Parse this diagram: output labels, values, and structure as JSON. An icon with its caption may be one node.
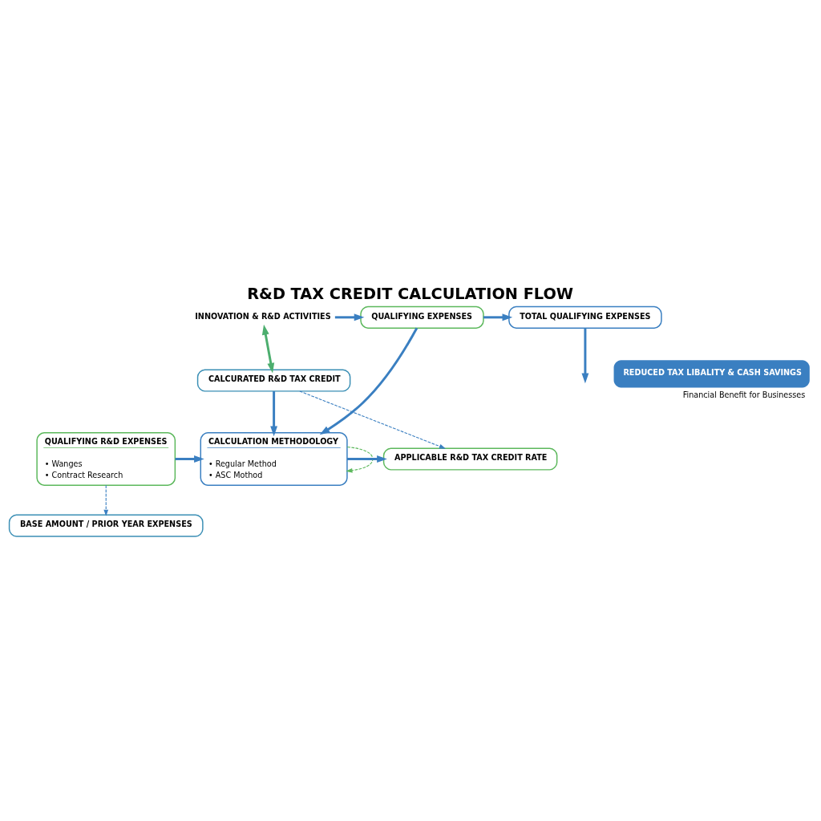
{
  "diagram": {
    "title": "R&D TAX CREDIT CALCULATION FLOW",
    "nodes": [
      {
        "text": [
          "INNOVATION & R&D ACTIVITIES"
        ]
      },
      {
        "text": [
          "QUALIFYING EXPENSES"
        ]
      },
      {
        "text": [
          "TOTAL QUALIFYING EXPENSES"
        ]
      },
      {
        "text": [
          "QUALIFYING R&D EXPENSES",
          "• Wanges",
          "• Contract Research"
        ]
      },
      {
        "text": [
          "CALCULATION METHODOLOGY",
          "• Regular Method",
          "• ASC Mothod"
        ]
      },
      {
        "text": [
          "APPLICABLE R&D TAX CREDIT RATE"
        ]
      },
      {
        "text": [
          "BASE AMOUNT / PRIOR YEAR EXPENSES"
        ]
      },
      {
        "text": [
          "CALCURATED R&D TAX CREDIT"
        ]
      },
      {
        "text": [
          "REDUCED TAX LIBALITY & CASH SAVINGS"
        ],
        "beside": [
          "Financial Benefit for Businesses"
        ]
      }
    ],
    "edges": [
      {
        "from": 0,
        "to": 1,
        "arrow": "to"
      },
      {
        "from": 1,
        "to": 2,
        "arrow": "to"
      },
      {
        "from": 1,
        "to": 4,
        "arrow": "to"
      },
      {
        "from": 2,
        "to": null,
        "arrow": "to"
      },
      {
        "from": 3,
        "to": 4,
        "arrow": "to"
      },
      {
        "from": 4,
        "to": 4,
        "arrow": "to",
        "style": "dashed",
        "color": "#5cb85c"
      },
      {
        "from": 4,
        "to": 5,
        "arrow": "to"
      },
      {
        "from": 3,
        "to": 6,
        "arrow": "to",
        "style": "dashed"
      },
      {
        "from": 7,
        "to": 4,
        "arrow": "to"
      },
      {
        "from": 7,
        "to": 5,
        "arrow": "to",
        "style": "dashed"
      },
      {
        "from": 0,
        "to": 7,
        "arrow": "both",
        "color": "#4cae6e"
      }
    ]
  }
}
